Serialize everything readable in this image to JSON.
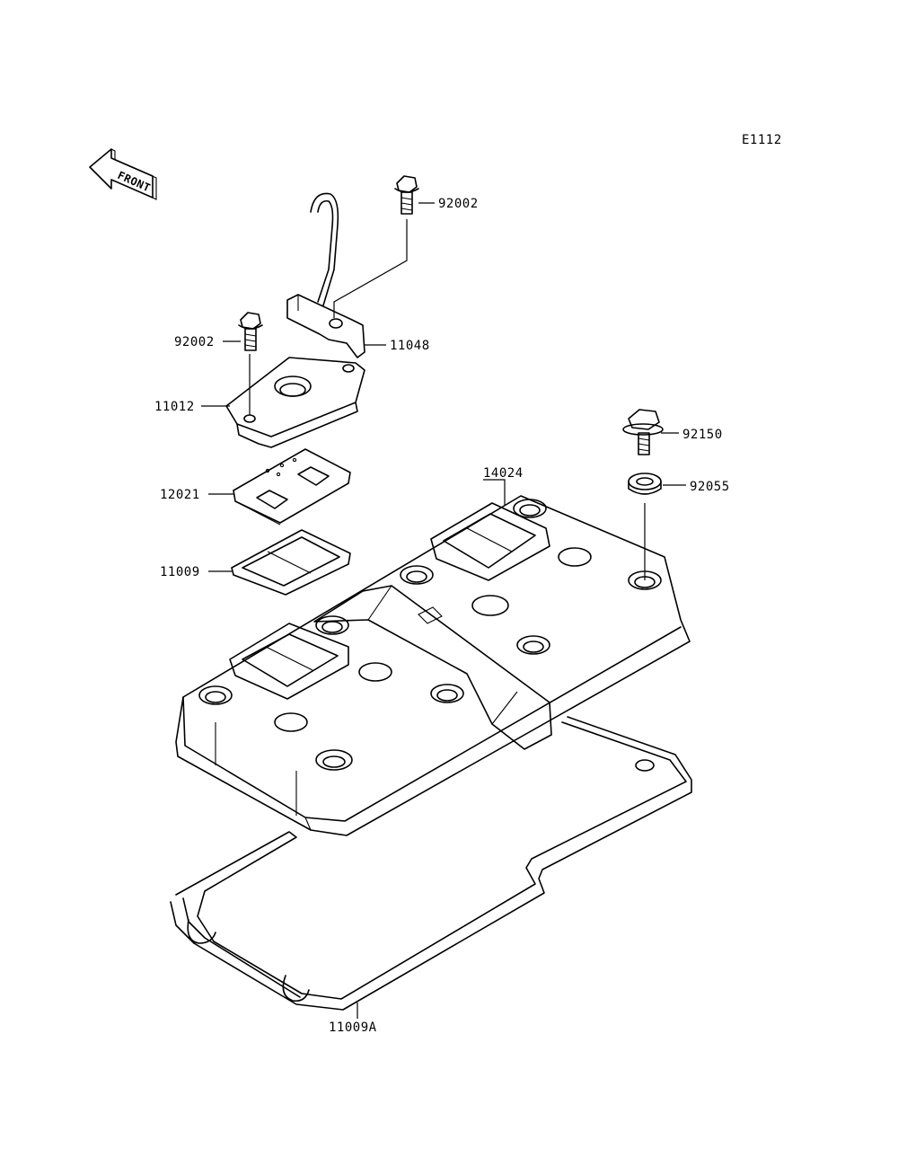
{
  "diagram_code": "E1112",
  "front_arrow_label": "FRONT",
  "colors": {
    "line": "#000000",
    "background": "#ffffff"
  },
  "callouts": {
    "bolt_breather": "92002",
    "pipe": "11048",
    "bolt_left": "92002",
    "breather_cover": "11012",
    "plate": "12021",
    "gasket_small": "11009",
    "cover": "14024",
    "bolt_cover": "92150",
    "washer": "92055",
    "gasket_cover": "11009A"
  }
}
